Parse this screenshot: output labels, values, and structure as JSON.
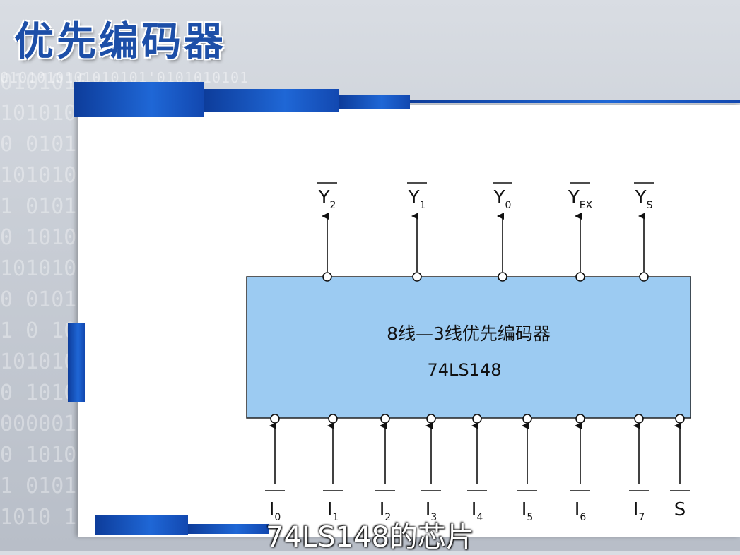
{
  "slide_title": "优先编码器",
  "chip": {
    "line1": "8线—3线优先编码器",
    "line2": "74LS148"
  },
  "outputs": [
    {
      "base": "Y",
      "sub": "2"
    },
    {
      "base": "Y",
      "sub": "1"
    },
    {
      "base": "Y",
      "sub": "0"
    },
    {
      "base": "Y",
      "sub": "EX"
    },
    {
      "base": "Y",
      "sub": "S"
    }
  ],
  "inputs": [
    {
      "base": "I",
      "sub": "0"
    },
    {
      "base": "I",
      "sub": "1"
    },
    {
      "base": "I",
      "sub": "2"
    },
    {
      "base": "I",
      "sub": "3"
    },
    {
      "base": "I",
      "sub": "4"
    },
    {
      "base": "I",
      "sub": "5"
    },
    {
      "base": "I",
      "sub": "6"
    },
    {
      "base": "I",
      "sub": "7"
    },
    {
      "base": "S",
      "sub": ""
    }
  ],
  "caption": "74LS148的芯片",
  "colors": {
    "chip_fill": "#9ccbf2",
    "title_blue": "#1d4fa8"
  }
}
